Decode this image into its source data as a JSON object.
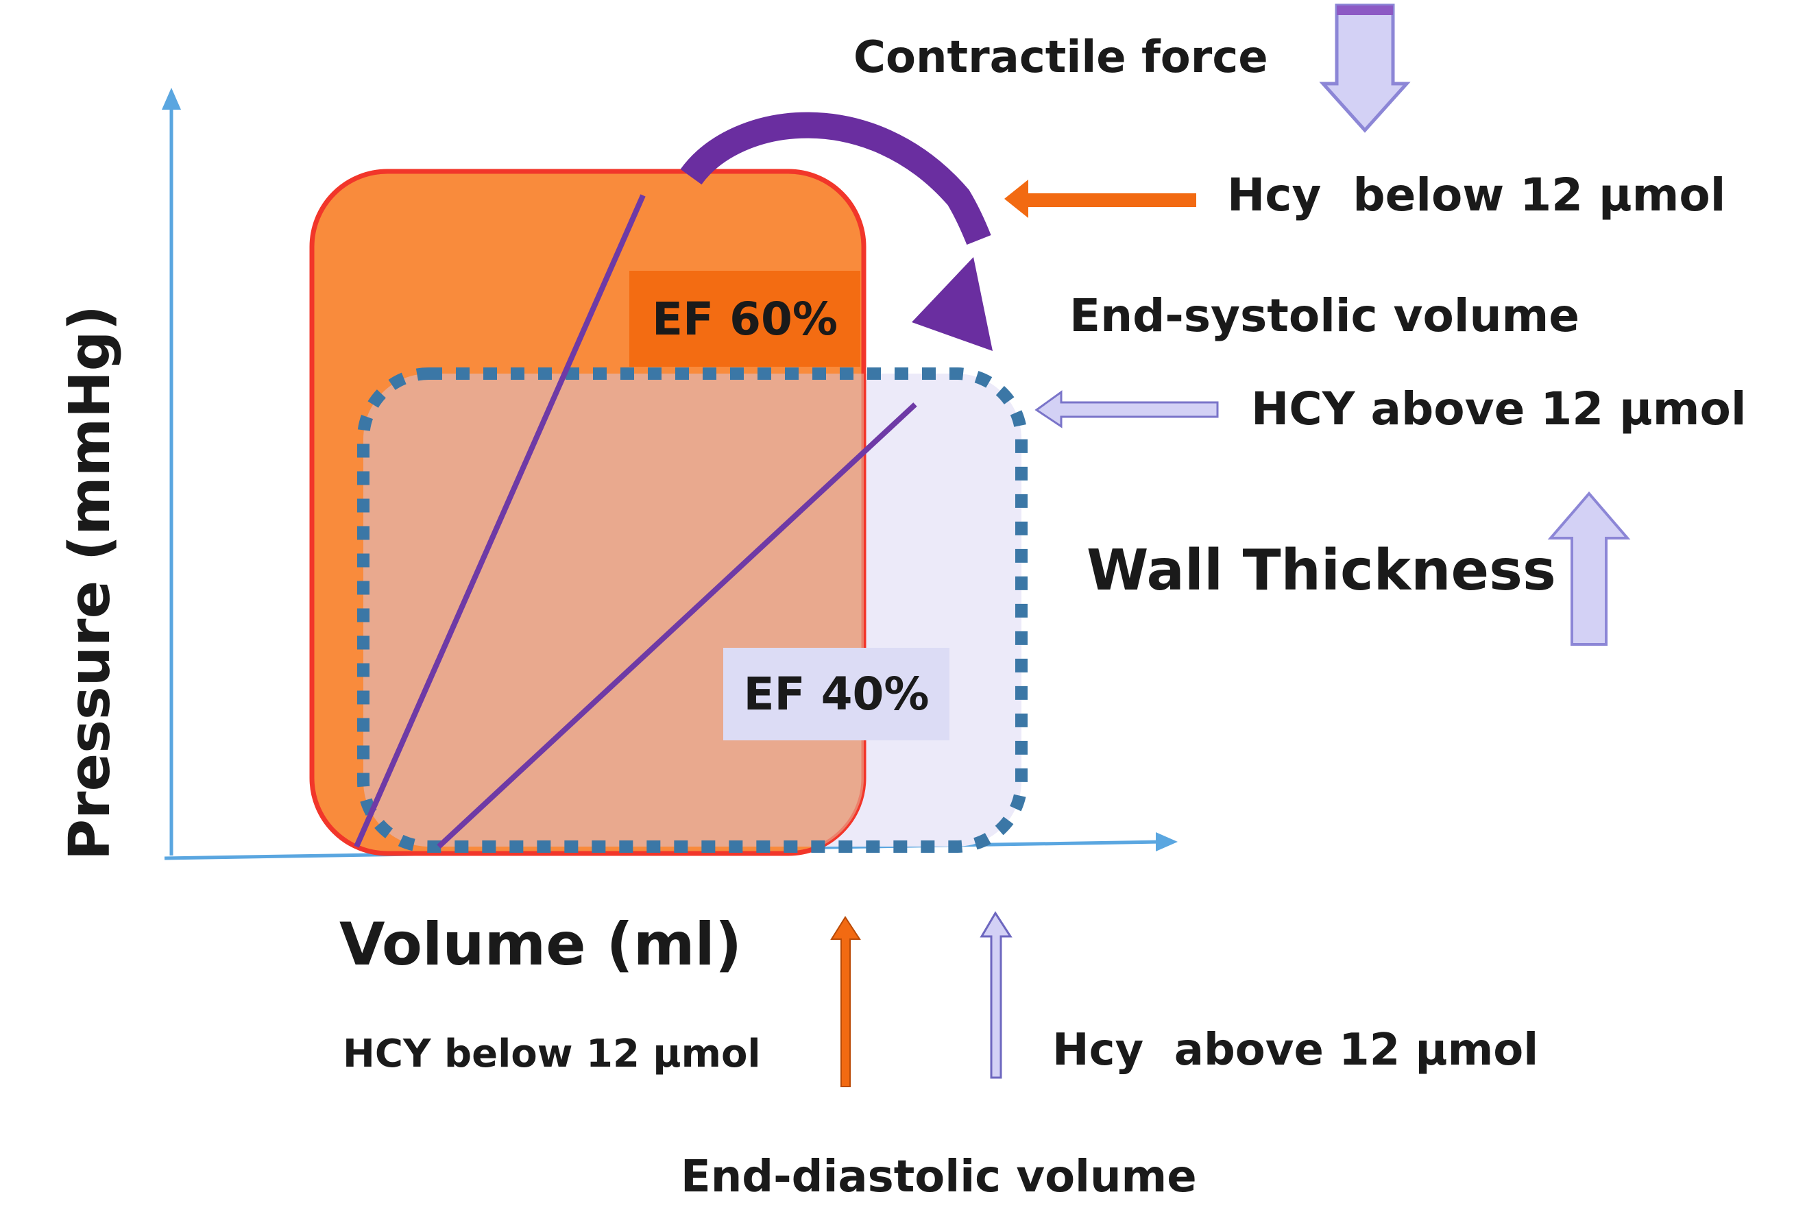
{
  "axes": {
    "x_label": "Volume (ml)",
    "y_label": "Pressure (mmHg)"
  },
  "loops": {
    "normal_ef": "EF 60%",
    "reduced_ef": "EF 40%"
  },
  "annotations": {
    "contractile_force": "Contractile force",
    "hcy_below_top": "Hcy  below 12 μmol",
    "end_systolic_volume": "End-systolic volume",
    "hcy_above_top": "HCY above 12 μmol",
    "wall_thickness": "Wall Thickness",
    "hcy_below_bottom": "HCY below 12 μmol",
    "hcy_above_bottom": "Hcy  above 12 μmol",
    "end_diastolic_volume": "End-diastolic volume"
  },
  "colors": {
    "axis": "#5aa6e0",
    "normal_loop_fill": "#f98b3c",
    "normal_loop_stroke": "#f2362a",
    "reduced_loop_fill": "#eceaf9",
    "reduced_loop_dots": "#3b77a6",
    "overlap_fill": "#e9a98e",
    "ef60_box": "#f36c12",
    "ef40_box": "#dcdcf5",
    "esp_line": "#6e3aa6",
    "curved_arrow": "#6a2ea0",
    "orange_arrow": "#f26a12",
    "lavender_arrow": "#d3d1f5"
  }
}
